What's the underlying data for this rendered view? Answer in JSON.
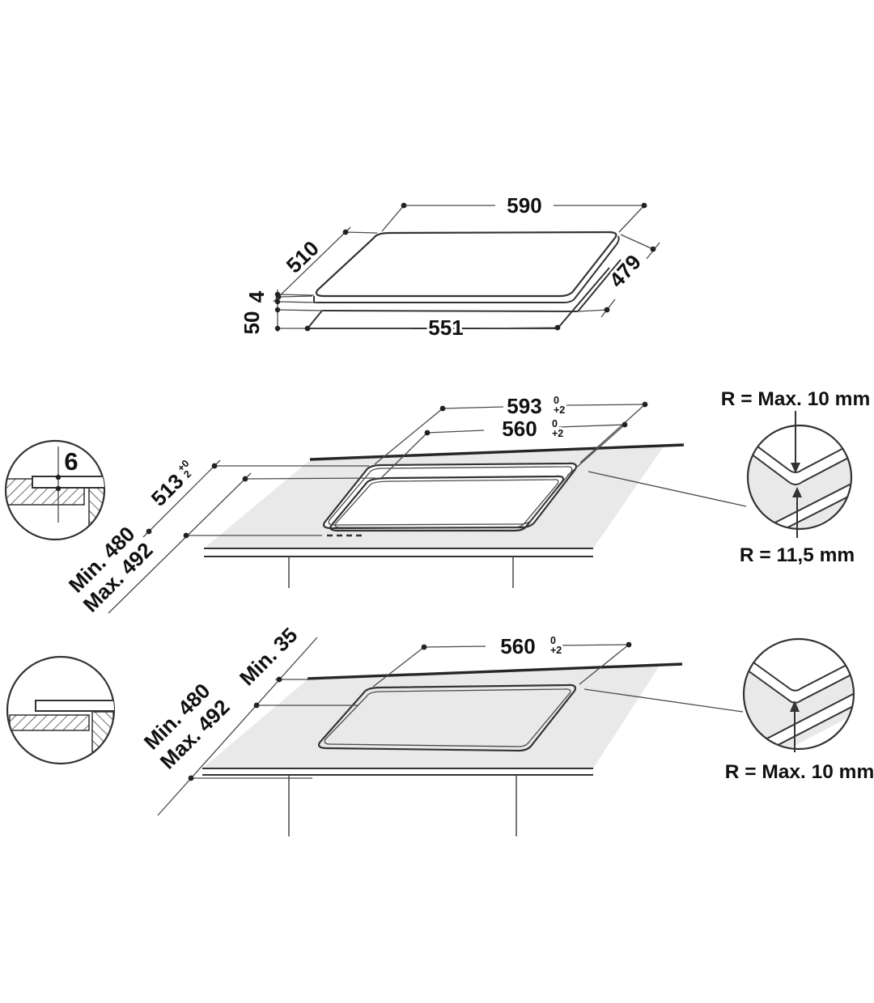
{
  "page": {
    "background": "#ffffff",
    "line_color": "#3a3a3a",
    "surface_gray": "#e9e9e9"
  },
  "top_view": {
    "width_590": "590",
    "depth_510": "510",
    "thickness_4": "4",
    "height_50": "50",
    "width_551": "551",
    "depth_479": "479"
  },
  "recessed_view": {
    "cutout_width": "593",
    "cutout_width_tol_top": "0",
    "cutout_width_tol_bottom": "+2",
    "inner_width": "560",
    "inner_width_tol_top": "0",
    "inner_width_tol_bottom": "+2",
    "cutout_depth": "513",
    "cutout_depth_tol_top": "+0",
    "cutout_depth_tol_bottom": "2",
    "min_depth": "Min. 480",
    "max_depth": "Max. 492",
    "rebate_depth": "6",
    "radius_outer": "R = Max. 10 mm",
    "radius_inner": "R = 11,5 mm"
  },
  "standard_view": {
    "cutout_width": "560",
    "cutout_width_tol_top": "0",
    "cutout_width_tol_bottom": "+2",
    "min_back_clearance": "Min. 35",
    "min_depth": "Min. 480",
    "max_depth": "Max. 492",
    "radius": "R = Max. 10 mm"
  }
}
